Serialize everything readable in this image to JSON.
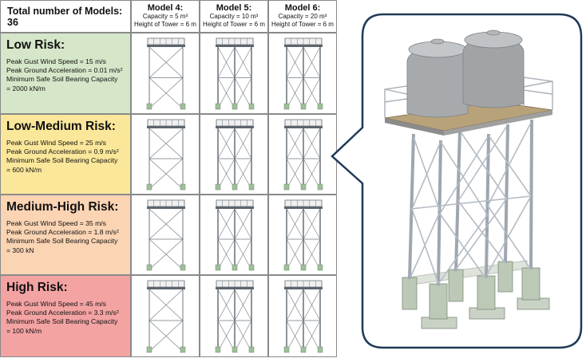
{
  "header": {
    "total_label": "Total number of Models: 36",
    "models": [
      {
        "name": "Model 4:",
        "capacity": "Capacity = 5 m³",
        "height": "Height of Tower = 6 m"
      },
      {
        "name": "Model 5:",
        "capacity": "Capacity = 10 m³",
        "height": "Height of Tower = 6 m"
      },
      {
        "name": "Model 6:",
        "capacity": "Capacity = 20 m³",
        "height": "Height of Tower = 6 m"
      }
    ]
  },
  "risks": [
    {
      "title": "Low Risk:",
      "color": "#d6e7c9",
      "lines": [
        "Peak Gust Wind Speed = 15 m/s",
        "Peak Ground Acceleration = 0.01 m/s²",
        "Minimum Safe Soil Bearing Capacity",
        "= 2000 kN/m"
      ]
    },
    {
      "title": "Low-Medium Risk:",
      "color": "#fbe79a",
      "lines": [
        "Peak Gust Wind Speed = 25 m/s",
        "Peak Ground Acceleration = 0.9 m/s²",
        "Minimum Safe Soil Bearing Capacity",
        "= 600 kN/m"
      ]
    },
    {
      "title": "Medium-High Risk:",
      "color": "#fbd4b4",
      "lines": [
        "Peak Gust Wind Speed = 35 m/s",
        "Peak Ground Acceleration = 1.8 m/s²",
        "Minimum Safe Soil Bearing Capacity",
        "= 300 kN"
      ]
    },
    {
      "title": "High Risk:",
      "color": "#f4a3a3",
      "lines": [
        "Peak Gust Wind Speed = 45 m/s",
        "Peak Ground Acceleration = 3.3 m/s²",
        " Minimum Safe Soil Bearing Capacity",
        "= 100 kN/m"
      ]
    }
  ],
  "colors": {
    "border": "#8a8a8a",
    "callout_border": "#1f3a57",
    "steel": "#b7bec6",
    "concrete": "#bcc9b6",
    "tank": "#a7aaad",
    "deck": "#b8a27a"
  }
}
